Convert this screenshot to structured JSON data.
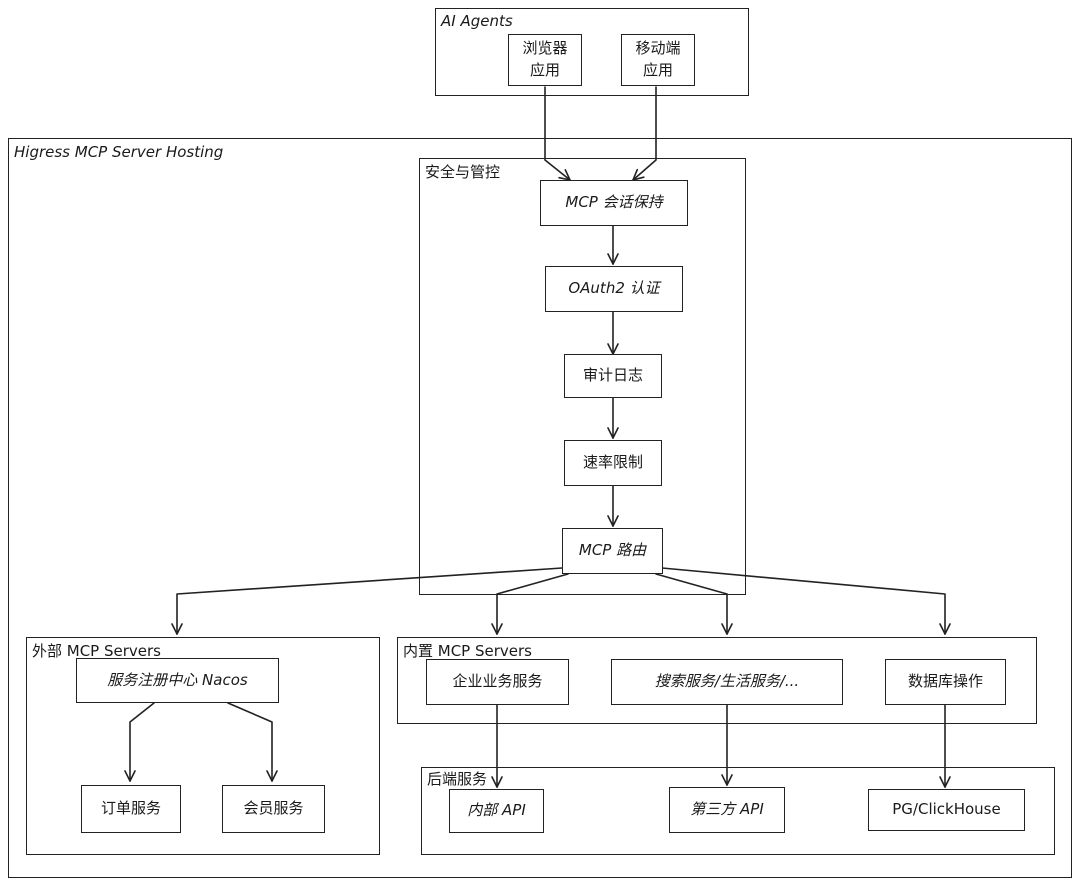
{
  "containers": {
    "ai_agents": "AI Agents",
    "hosting": "Higress MCP Server Hosting",
    "security": "安全与管控",
    "external": "外部 MCP Servers",
    "builtin": "内置 MCP Servers",
    "backend": "后端服务"
  },
  "nodes": {
    "browser_app": "浏览器\n应用",
    "mobile_app": "移动端\n应用",
    "session": "MCP 会话保持",
    "oauth": "OAuth2 认证",
    "audit": "审计日志",
    "ratelimit": "速率限制",
    "router": "MCP 路由",
    "nacos": "服务注册中心 Nacos",
    "order_svc": "订单服务",
    "member_svc": "会员服务",
    "enterprise_svc": "企业业务服务",
    "search_svc": "搜索服务/生活服务/...",
    "db_ops": "数据库操作",
    "internal_api": "内部 API",
    "third_api": "第三方 API",
    "pg": "PG/ClickHouse"
  }
}
